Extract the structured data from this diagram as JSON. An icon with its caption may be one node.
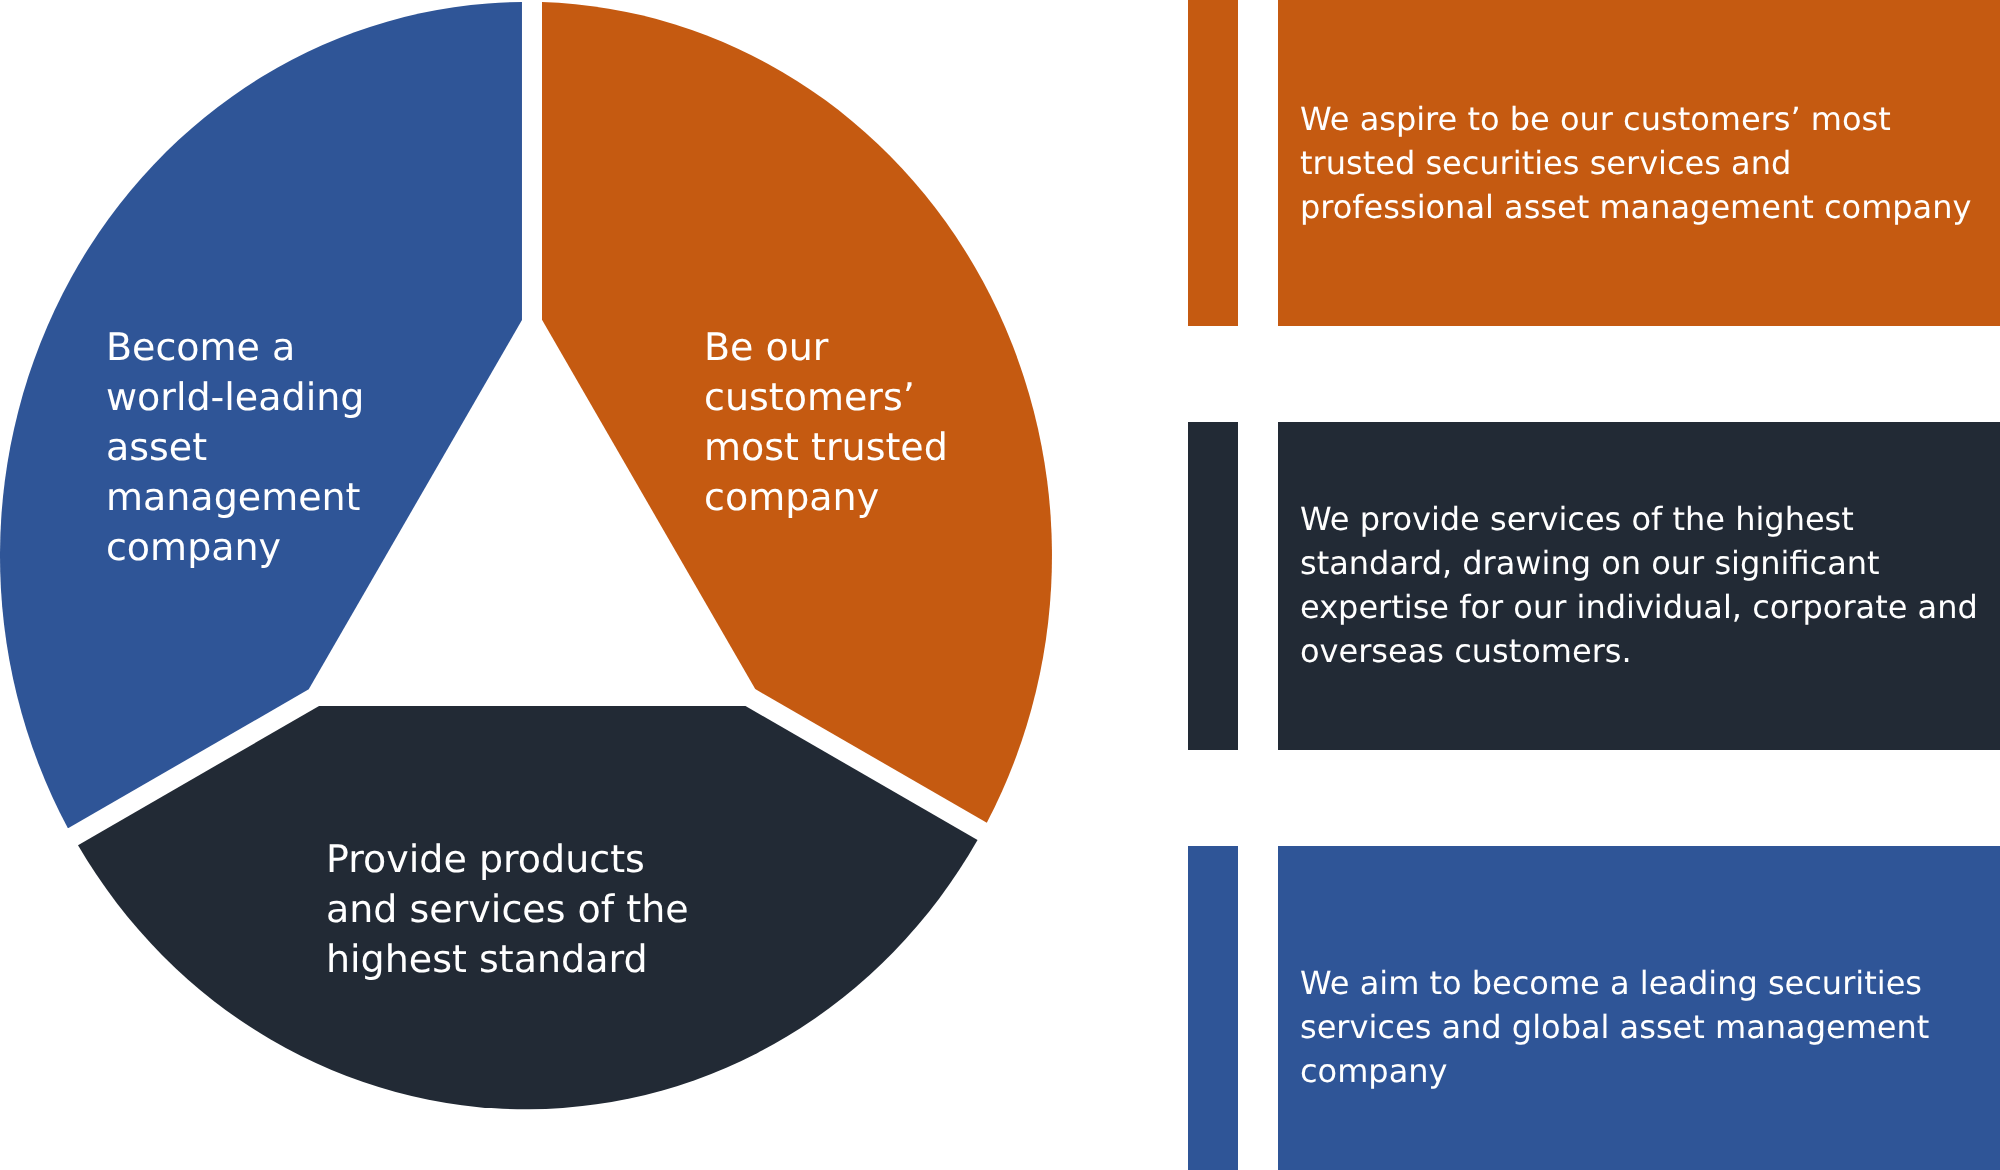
{
  "diagram": {
    "nodes": [
      {
        "text": [
          "Become a world-leading asset management company"
        ]
      },
      {
        "text": [
          "Be our customers’ most trusted company"
        ]
      },
      {
        "text": [
          "Provide products and services of the highest standard"
        ]
      },
      {
        "text": [
          "We aspire to be our customers’ most trusted securities services and professional asset management company"
        ]
      },
      {
        "text": [
          "We provide services of the highest standard, drawing on our significant expertise for our individual, corporate and overseas customers."
        ]
      },
      {
        "text": [
          "We aim to become a leading securities services and global asset management company"
        ]
      }
    ]
  }
}
